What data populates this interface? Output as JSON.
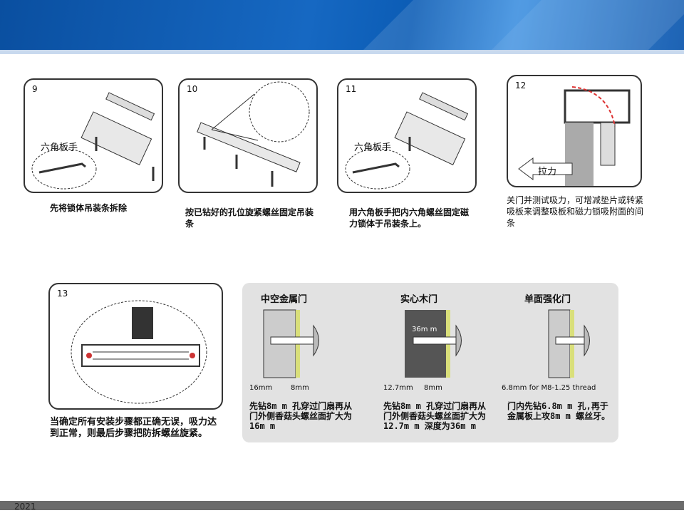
{
  "steps": [
    {
      "num": "9",
      "label": "六角板手",
      "caption": "先将锁体吊装条拆除"
    },
    {
      "num": "10",
      "caption": "按已钻好的孔位旋紧螺丝固定吊装条"
    },
    {
      "num": "11",
      "label": "六角板手",
      "caption": "用六角板手把内六角螺丝固定磁力锁体于吊装条上。"
    },
    {
      "num": "12",
      "label": "拉力",
      "caption": "关门并测试吸力，可增减垫片或转紧吸板来调整吸板和磁力锁吸附面的间条"
    },
    {
      "num": "13",
      "caption": "当确定所有安装步骤都正确无误，吸力达到正常，则最后步骤把防拆螺丝旋紧。"
    }
  ],
  "doors": [
    {
      "title": "中空金属门",
      "dims": [
        "16mm",
        "8mm"
      ],
      "caption": "先钻8m m 孔穿过门扇再从门外侧香菇头螺丝面扩大为16m m"
    },
    {
      "title": "实心木门",
      "inner_dim": "36m m",
      "dims": [
        "12.7mm",
        "8mm"
      ],
      "caption": "先钻8m m 孔穿过门扇再从门外侧香菇头螺丝面扩大为12.7m m 深度为36m m"
    },
    {
      "title": "单面强化门",
      "dims": [
        "6.8mm for M8-1.25 thread"
      ],
      "caption": "门内先钻6.8m m 孔,再于金属板上攻8m m 螺丝牙。"
    }
  ],
  "footer": {
    "year": "2021"
  }
}
